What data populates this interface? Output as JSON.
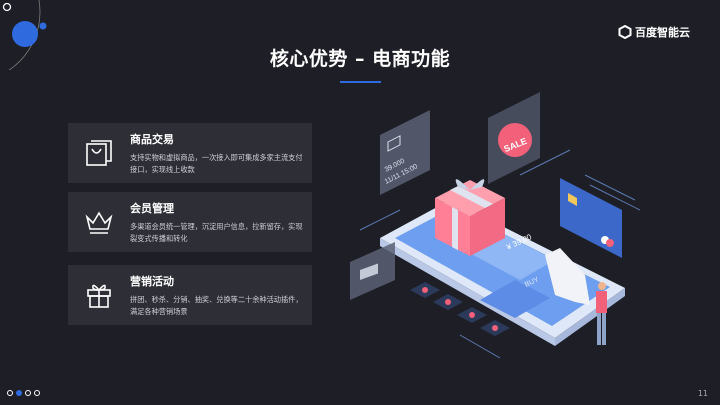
{
  "title": "核心优势 – 电商功能",
  "logo": {
    "text": "百度智能云"
  },
  "cards": [
    {
      "icon": "shopping-bag-icon",
      "title": "商品交易",
      "desc": "支持实物和虚拟商品，一次接入即可集成多家主流支付接口，实现线上收款"
    },
    {
      "icon": "crown-icon",
      "title": "会员管理",
      "desc": "多渠道会员统一管理，沉淀用户信息，拉新留存，实现裂变式传播和转化"
    },
    {
      "icon": "gift-icon",
      "title": "营销活动",
      "desc": "拼团、秒杀、分销、抽奖、兑换等二十余种活动插件，满足各种营销场景"
    }
  ],
  "illustration": {
    "sale": "SALE",
    "amount": "39.000",
    "datetime": "11/11 15:00",
    "price": "¥ 39.00",
    "buy": "BUY"
  },
  "pagination": {
    "total": 4,
    "current": 2
  },
  "page_number": "11",
  "colors": {
    "background": "#1e1f26",
    "card": "#2d2e36",
    "accent": "#2f6bdf",
    "pink": "#f2607a"
  }
}
